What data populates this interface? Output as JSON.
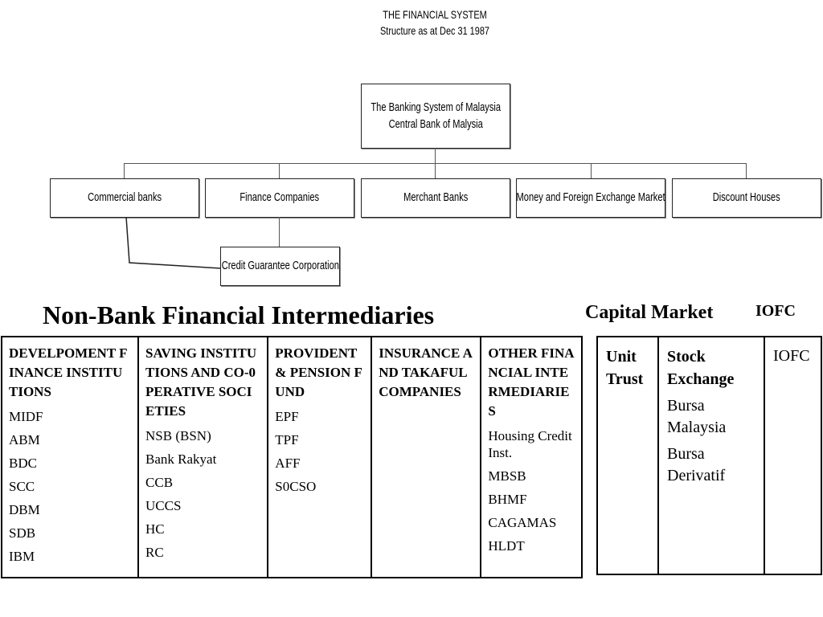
{
  "title": {
    "line1": "THE FINANCIAL SYSTEM",
    "line2": "Structure as at Dec 31 1987"
  },
  "top_box": {
    "line1": "The Banking System of Malaysia",
    "line2": "Central Bank of Malysia"
  },
  "branches": [
    "Commercial banks",
    "Finance Companies",
    "Merchant Banks",
    "Money and Foreign Exchange Market",
    "Discount Houses"
  ],
  "sub_box": "Credit Guarantee Corporation",
  "non_bank": {
    "heading": "Non-Bank Financial Intermediaries",
    "columns": [
      {
        "header": "DEVELPOMENT FINANCE INSTITUTIONS",
        "items": [
          "MIDF",
          "ABM",
          "BDC",
          "SCC",
          "DBM",
          "SDB",
          "IBM"
        ]
      },
      {
        "header": "SAVING INSTITUTIONS AND CO-0PERATIVE SOCIETIES",
        "items": [
          "NSB (BSN)",
          "Bank Rakyat",
          "CCB",
          "UCCS",
          "HC",
          "RC"
        ]
      },
      {
        "header": "PROVIDENT & PENSION FUND",
        "items": [
          "EPF",
          "TPF",
          "AFF",
          "S0CSO"
        ]
      },
      {
        "header": "INSURANCE AND TAKAFUL COMPANIES",
        "items": []
      },
      {
        "header": "OTHER FINANCIAL INTERMEDIARIES",
        "items": [
          "Housing Credit Inst.",
          "MBSB",
          "BHMF",
          "CAGAMAS",
          "HLDT"
        ]
      }
    ]
  },
  "capital_market": {
    "heading": "Capital Market",
    "iofc_label": "IOFC",
    "unit_trust": "Unit Trust",
    "stock_exchange": "Stock Exchange",
    "items": [
      "Bursa Malaysia",
      "Bursa Derivatif"
    ],
    "iofc": "IOFC"
  }
}
